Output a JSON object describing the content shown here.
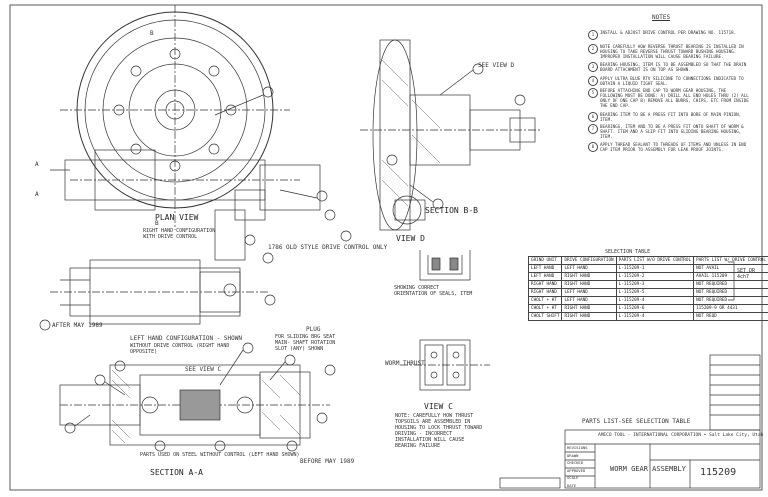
{
  "drawing": {
    "title": "WORM GEAR ASSEMBLY",
    "number": "115209",
    "company": "AMECO TOOL - INTERNATIONAL CORPORATION • Salt Lake City, Utah",
    "sheet_note": "PARTS LIST-SEE SELECTION TABLE"
  },
  "views": {
    "plan": "PLAN VIEW",
    "plan_sub": "RIGHT HAND CONFIGURATION WITH DRIVE CONTROL",
    "section_b": "SECTION B-B",
    "view_d": "VIEW D",
    "view_d_sub": "SHOWING CORRECT ORIENTATION OF SEALS, ITEM",
    "view_c": "VIEW C",
    "view_c_sub": "NOTE: CAREFULLY HOW THRUST TOPSOILS ARE ASSEMBLED IN HOUSING TO LOCK THRUST TOWARD DRIVING - INCORRECT INSTALLATION WILL CAUSE BEARING FAILURE",
    "section_a": "SECTION A-A",
    "left_hand": "LEFT HAND CONFIGURATION - SHOWN",
    "left_hand_sub": "WITHOUT DRIVE CONTROL (RIGHT HAND OPPOSITE)",
    "after_may": "AFTER MAY 1989",
    "before_may": "BEFORE MAY 1989",
    "old_style": "1786 OLD STYLE DRIVE CONTROL ONLY",
    "parts_desc": "PARTS USED ON STEEL WITHOUT CONTROL (LEFT HAND SHOWN)",
    "plug": "PLUG",
    "thrust": "WORM THRUST",
    "slot_text": "FOR SLIDING BRG SEAT MAIN- SHAFT ROTATION SLOT (ANY) SHOWN",
    "callout_c": "SEE VIEW C",
    "view_d_arrow": "SEE VIEW D"
  },
  "notes": {
    "header": "NOTES",
    "items": [
      {
        "n": "1",
        "text": "INSTALL & ADJUST DRIVE CONTROL PER DRAWING NO. 115718."
      },
      {
        "n": "2",
        "text": "NOTE CAREFULLY HOW REVERSE THRUST BEARING IS INSTALLED IN HOUSING TO TAKE REVERSE THRUST TOWARD BUSHING HOUSING. IMPROPER INSTALLATION WILL CAUSE BEARING FAILURE."
      },
      {
        "n": "3",
        "text": "BEARING HOUSING, ITEM IS TO BE ASSEMBLED SO THAT THE DRAIN BOARD ATTACHMENT IS ON TOP AS SHOWN."
      },
      {
        "n": "4",
        "text": "APPLY ULTRA BLUE RTV SILICONE TO CONNECTIONS INDICATED TO OBTAIN A LIQUID TIGHT SEAL."
      },
      {
        "n": "5",
        "text": "BEFORE ATTACHING END CAP TO WORM GEAR HOUSING, THE FOLLOWING MUST BE DONE: A) DRILL ALL END HOLES THRU (2) ALL ONLY OF ONE CAP B) REMOVE ALL BURRS, CHIPS, ETC FROM INSIDE THE END CAP."
      },
      {
        "n": "6",
        "text": "BEARING ITEM TO BE A PRESS FIT INTO BORE OF MAIN PINION, ITEM."
      },
      {
        "n": "7",
        "text": "BEARINGS, ITEM AND TO BE A PRESS FIT ONTO SHAFT OF WORM & SHAFT. ITEM AND A SLIP FIT INTO SLIDING BEARING HOUSING, ITEM."
      },
      {
        "n": "8",
        "text": "APPLY THREAD SEALANT TO THREADS OF ITEMS AND UNLESS IN END CAP ITEM PRIOR TO ASSEMBLY FOR LEAK PROOF JOINTS."
      }
    ]
  },
  "selection_table": {
    "title": "SELECTION TABLE",
    "headers": [
      "GRIND UNIT",
      "DRIVE CONFIGURATION",
      "PARTS LIST W/O DRIVE CONTROL",
      "PARTS LIST W/ DRIVE CONTROL"
    ],
    "rows": [
      [
        "LEFT HAND",
        "LEFT HAND",
        "L-115209-1",
        "NOT AVAIL"
      ],
      [
        "LEFT HAND",
        "RIGHT HAND",
        "L-115209-2",
        "AVAIL 115209"
      ],
      [
        "RIGHT HAND",
        "RIGHT HAND",
        "L-115209-3",
        "NOT REQUIRED"
      ],
      [
        "RIGHT HAND",
        "LEFT HAND",
        "L-115209-5",
        "NOT REQUIRED"
      ],
      [
        "CHOLT + HT",
        "LEFT HAND",
        "L-115209-4",
        "NOT REQUIRED"
      ],
      [
        "CHOLT + HT",
        "RIGHT HAND",
        "L-115209-6",
        "115209-9 OR 4431"
      ],
      [
        "CHOLT SHIFT",
        "RIGHT HAND",
        "L-115209-4",
        "NOT REQD"
      ]
    ],
    "side_note": "SET DR 4ch7"
  },
  "title_block": {
    "rows": [
      "REVISIONS",
      "DRAWN",
      "CHECKED",
      "APPROVED",
      "SCALE",
      "DATE"
    ]
  }
}
